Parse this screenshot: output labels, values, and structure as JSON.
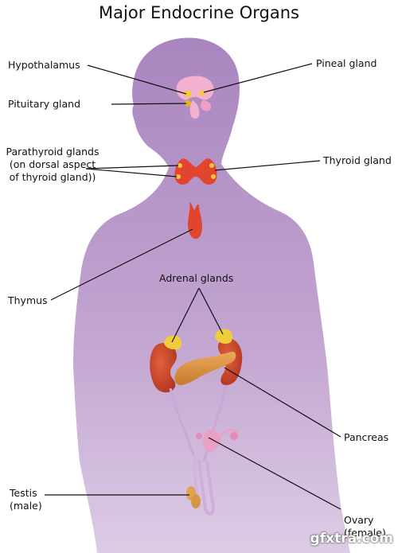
{
  "title": "Major Endocrine Organs",
  "labels": {
    "hypothalamus": "Hypothalamus",
    "pituitary": "Pituitary gland",
    "pineal": "Pineal gland",
    "parathyroid": [
      "Parathyroid glands",
      "(on dorsal aspect",
      "of thyroid gland))"
    ],
    "thyroid": "Thyroid gland",
    "thymus": "Thymus",
    "adrenal": "Adrenal glands",
    "pancreas": "Pancreas",
    "testis": [
      "Testis",
      "(male)"
    ],
    "ovary": [
      "Ovary",
      "(female)"
    ]
  },
  "watermark": "gfxtra.com",
  "colors": {
    "body": "#b591c6",
    "brain": "#f2b1cf",
    "gland_yellow": "#f0cc3c",
    "thyroid": "#e2452f",
    "kidney": "#c9412b",
    "pancreas": "#dd9445",
    "uterus": "#eaa0c4"
  }
}
